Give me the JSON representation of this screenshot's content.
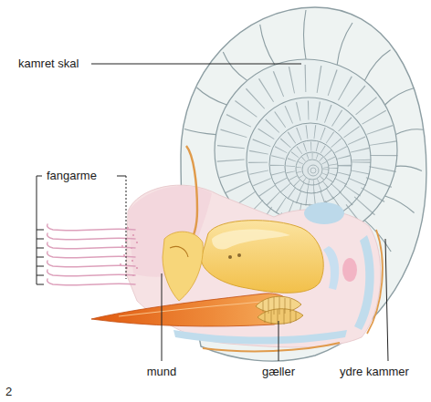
{
  "diagram": {
    "labels": [
      "kamret skal",
      "fangarme",
      "mund",
      "gæller",
      "ydre kammer",
      "2"
    ]
  }
}
